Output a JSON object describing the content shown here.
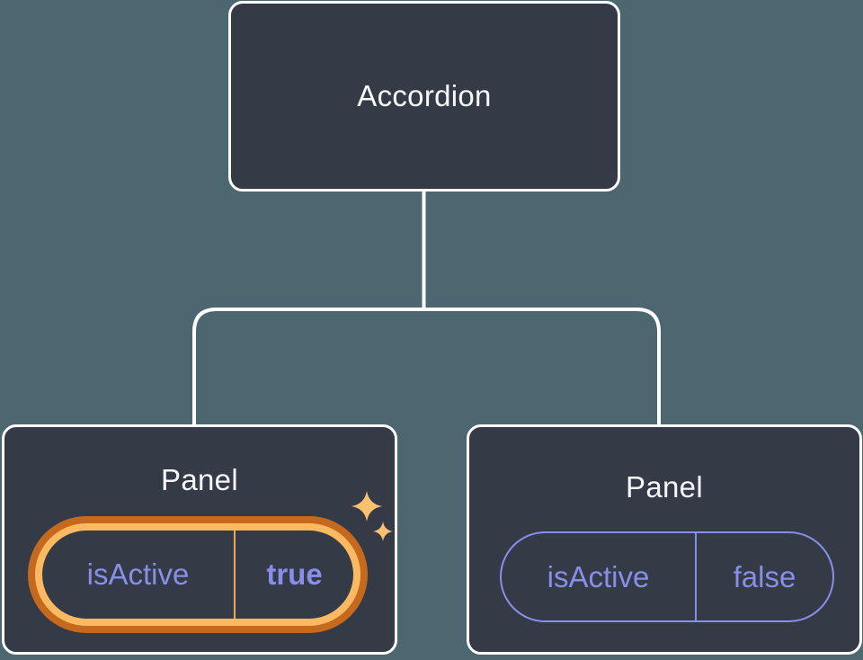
{
  "tree": {
    "root": {
      "label": "Accordion"
    },
    "children": [
      {
        "title": "Panel",
        "active": true,
        "state_pill": {
          "key": "isActive",
          "value": "true"
        },
        "decoration": "sparkles-icon"
      },
      {
        "title": "Panel",
        "active": false,
        "state_pill": {
          "key": "isActive",
          "value": "false"
        }
      }
    ]
  },
  "colors": {
    "canvas_background": "#4C6770",
    "node_fill": "#343A46",
    "node_border": "#FFFFFF",
    "connector_line": "#FFFFFF",
    "title_text": "#F6F7F9",
    "state_text": "#878FE8",
    "active_ring_outer": "#C4691D",
    "active_ring_inner": "#FBBA62",
    "active_divider": "#E8A750",
    "inactive_border": "#878FE8",
    "sparkle": "#FAC16F"
  }
}
